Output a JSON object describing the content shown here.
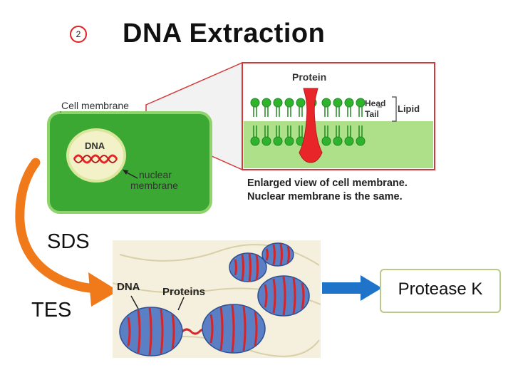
{
  "slide": {
    "step_number": "2",
    "title": "DNA Extraction"
  },
  "cell_diagram": {
    "cell_membrane_label": "Cell membrane",
    "dna_label": "DNA",
    "nuclear_membrane_label_line1": "nuclear",
    "nuclear_membrane_label_line2": "membrane",
    "protein_label": "Protein",
    "head_label": "Head",
    "tail_label": "Tail",
    "lipid_label": "Lipid",
    "caption_line1": "Enlarged view of cell membrane.",
    "caption_line2": "Nuclear membrane is the same."
  },
  "reagents": {
    "sds_label": "SDS",
    "tes_label": "TES",
    "protease_label": "Protease K"
  },
  "chromatin_diagram": {
    "dna_label": "DNA",
    "proteins_label": "Proteins"
  },
  "colors": {
    "cell_green": "#3aa832",
    "membrane_light_green": "#aee08a",
    "lipid_head_green": "#2fb32f",
    "protein_red": "#e8262a",
    "frame_red": "#d13a3a",
    "arrow_orange": "#f07a1a",
    "arrow_blue": "#1f73c8",
    "histone_blue": "#5a7fc4"
  }
}
